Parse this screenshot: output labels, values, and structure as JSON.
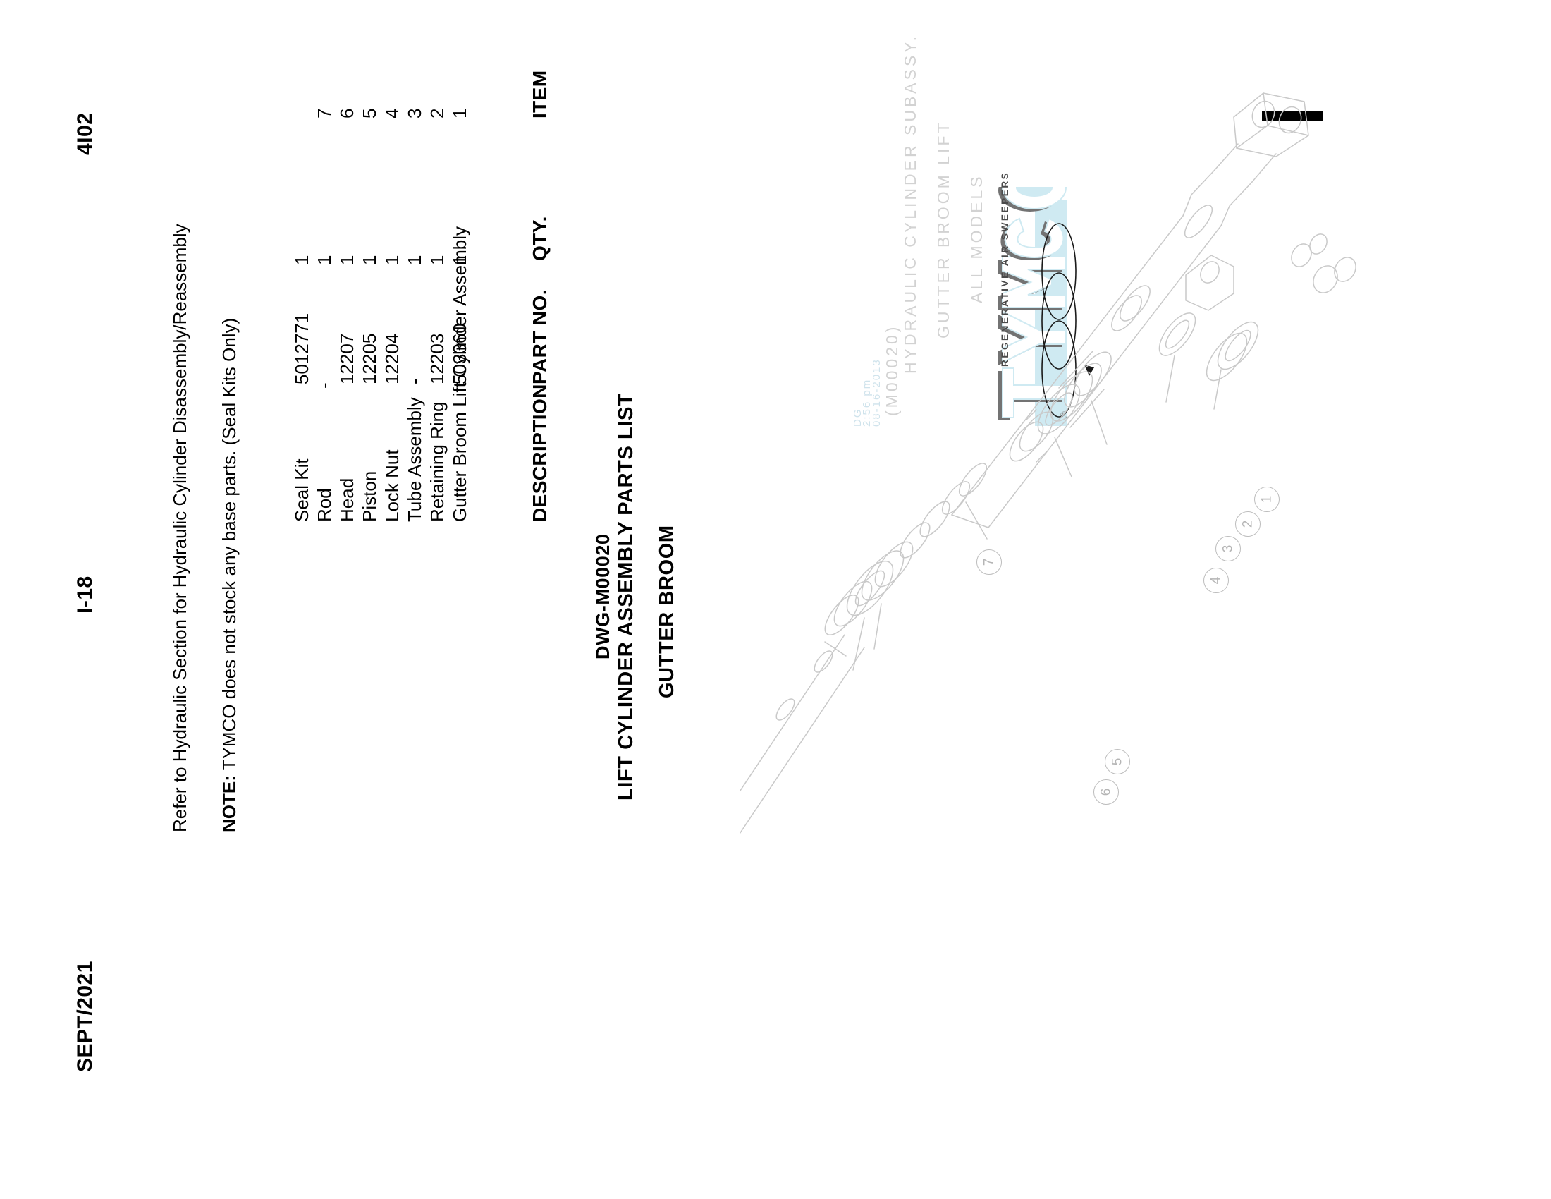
{
  "document": {
    "title_line1": "GUTTER BROOM",
    "title_line2": "LIFT CYLINDER ASSEMBLY PARTS LIST",
    "title_line3": "DWG-M00020"
  },
  "footer": {
    "code_left": "4I02",
    "section": "I-18",
    "date": "SEPT/2021"
  },
  "table": {
    "headers": {
      "item": "ITEM",
      "qty": "QTY.",
      "part_no": "PART NO.",
      "description": "DESCRIPTION"
    },
    "rows": [
      {
        "item": "1",
        "qty": "1",
        "part_no": "503360",
        "description": "Gutter Broom Lift Cylinder Assembly"
      },
      {
        "item": "2",
        "qty": "1",
        "part_no": "12203",
        "description": "Retaining Ring"
      },
      {
        "item": "3",
        "qty": "1",
        "part_no": "-",
        "description": "Tube Assembly"
      },
      {
        "item": "4",
        "qty": "1",
        "part_no": "12204",
        "description": "Lock Nut"
      },
      {
        "item": "5",
        "qty": "1",
        "part_no": "12205",
        "description": "Piston"
      },
      {
        "item": "6",
        "qty": "1",
        "part_no": "12207",
        "description": "Head"
      },
      {
        "item": "7",
        "qty": "1",
        "part_no": "-",
        "description": "Rod"
      },
      {
        "item": "",
        "qty": "1",
        "part_no": "5012771",
        "description": "Seal Kit"
      }
    ]
  },
  "notes": {
    "note_label": "NOTE:",
    "note_text": " TYMCO does not stock any base parts.  (Seal Kits Only)",
    "refer_text": "Refer to Hydraulic Section for Hydraulic Cylinder Disassembly/Reassembly"
  },
  "logo": {
    "brand": "TYMCO",
    "tagline": "REGENERATIVE AIR SWEEPERS",
    "registered_mark": "®",
    "accent_color": "#cfeaf2",
    "shadow_color": "#737373"
  },
  "cad_title": {
    "line_models": "ALL MODELS",
    "line_assembly": "GUTTER BROOM LIFT",
    "line_subassembly": "HYDRAULIC CYLINDER SUBASSY.",
    "line_dwg": "(M00020)",
    "line_date": "08-16-2013",
    "line_time": "2:56 pm",
    "line_initials": "DG"
  },
  "balloons": [
    "1",
    "2",
    "3",
    "4",
    "5",
    "6",
    "7"
  ]
}
